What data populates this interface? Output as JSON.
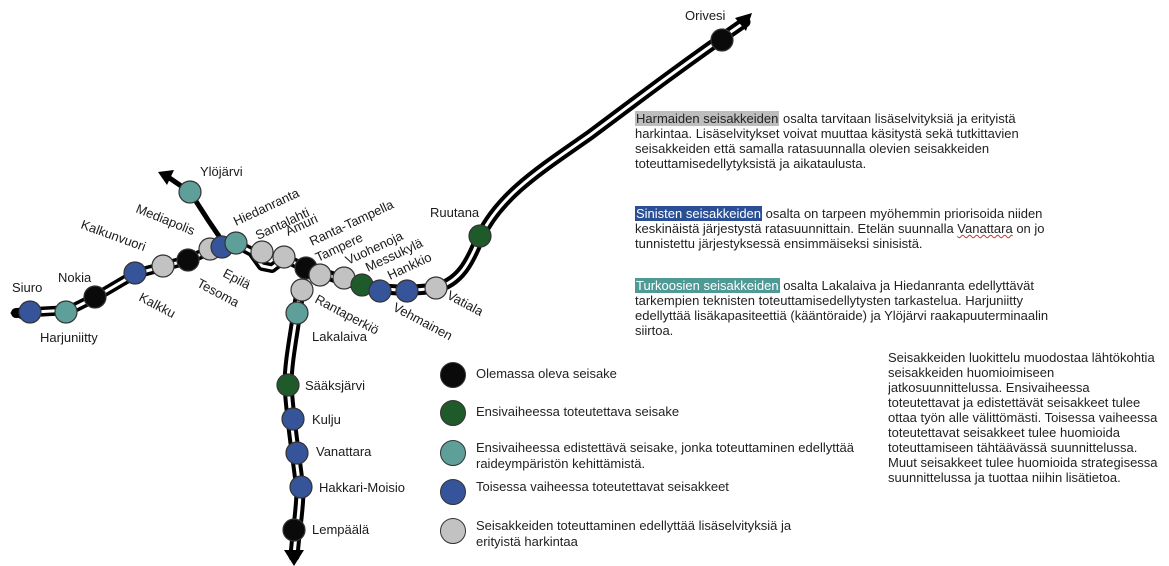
{
  "colors": {
    "existing": "#0a0a0a",
    "first_phase": "#1f5a2b",
    "first_phase_promoted": "#5f9f99",
    "second_phase": "#35549a",
    "further_study": "#c2c2c2",
    "track": "#000000"
  },
  "stations": [
    {
      "id": "siuro",
      "name": "Siuro",
      "cat": "second_phase"
    },
    {
      "id": "harjuniitty",
      "name": "Harjuniitty",
      "cat": "first_phase_promoted"
    },
    {
      "id": "nokia",
      "name": "Nokia",
      "cat": "existing"
    },
    {
      "id": "kalkku",
      "name": "Kalkku",
      "cat": "second_phase"
    },
    {
      "id": "kalkunvuori",
      "name": "Kalkunvuori",
      "cat": "further_study"
    },
    {
      "id": "tesoma",
      "name": "Tesoma",
      "cat": "existing"
    },
    {
      "id": "mediapolis",
      "name": "Mediapolis",
      "cat": "further_study"
    },
    {
      "id": "epila",
      "name": "Epilä",
      "cat": "second_phase"
    },
    {
      "id": "hiedanranta",
      "name": "Hiedanranta",
      "cat": "first_phase_promoted"
    },
    {
      "id": "ylojarvi",
      "name": "Ylöjärvi",
      "cat": "first_phase_promoted"
    },
    {
      "id": "santalahti",
      "name": "Santalahti",
      "cat": "further_study"
    },
    {
      "id": "amuri",
      "name": "Amuri",
      "cat": "further_study"
    },
    {
      "id": "tampere",
      "name": "Tampere",
      "cat": "existing"
    },
    {
      "id": "ranta_tampella",
      "name": "Ranta-Tampella",
      "cat": "further_study"
    },
    {
      "id": "rantaperkio",
      "name": "Rantaperkiö",
      "cat": "further_study"
    },
    {
      "id": "vuohenoja",
      "name": "Vuohenoja",
      "cat": "further_study"
    },
    {
      "id": "messukyla",
      "name": "Messukylä",
      "cat": "first_phase"
    },
    {
      "id": "hankkio",
      "name": "Hankkio",
      "cat": "second_phase"
    },
    {
      "id": "vehmainen",
      "name": "Vehmainen",
      "cat": "second_phase"
    },
    {
      "id": "vatiala",
      "name": "Vatiala",
      "cat": "further_study"
    },
    {
      "id": "ruutana",
      "name": "Ruutana",
      "cat": "first_phase"
    },
    {
      "id": "orivesi",
      "name": "Orivesi",
      "cat": "existing"
    },
    {
      "id": "lakalaiva",
      "name": "Lakalaiva",
      "cat": "first_phase_promoted"
    },
    {
      "id": "saaksjarvi",
      "name": "Sääksjärvi",
      "cat": "first_phase"
    },
    {
      "id": "kulju",
      "name": "Kulju",
      "cat": "second_phase"
    },
    {
      "id": "vanattara",
      "name": "Vanattara",
      "cat": "second_phase"
    },
    {
      "id": "hakkari_moisio",
      "name": "Hakkari-Moisio",
      "cat": "second_phase"
    },
    {
      "id": "lempaala",
      "name": "Lempäälä",
      "cat": "existing"
    }
  ],
  "legend": [
    {
      "cat": "existing",
      "text": "Olemassa oleva seisake"
    },
    {
      "cat": "first_phase",
      "text": "Ensivaiheessa toteutettava seisake"
    },
    {
      "cat": "first_phase_promoted",
      "text": "Ensivaiheessa edistettävä seisake, jonka toteuttaminen edellyttää raideympäristön kehittämistä."
    },
    {
      "cat": "second_phase",
      "text": "Toisessa vaiheessa toteutettavat seisakkeet"
    },
    {
      "cat": "further_study",
      "text": "Seisakkeiden toteuttaminen edellyttää lisäselvityksiä ja erityistä harkintaa"
    }
  ],
  "notes": {
    "grey_highlight": "Harmaiden seisakkeiden",
    "grey_rest": " osalta tarvitaan lisäselvityksiä ja erityistä harkintaa. Lisäselvitykset voivat muuttaa käsitystä sekä tutkittavien seisakkeiden että samalla ratasuunnalla olevien seisakkeiden toteuttamisedellytyksistä ja aikataulusta.",
    "blue_highlight": "Sinisten seisakkeiden",
    "blue_rest_1": " osalta on tarpeen myöhemmin priorisoida niiden keskinäistä järjestystä ratasuunnittain. Etelän suunnalla ",
    "blue_vanattara": "Vanattara",
    "blue_rest_2": " on jo tunnistettu järjestyksessä ensimmäiseksi sinisistä.",
    "teal_highlight": "Turkoosien seisakkeiden",
    "teal_rest": " osalta Lakalaiva ja Hiedanranta edellyttävät tarkempien teknisten toteuttamisedellytysten tarkastelua. Harjuniitty edellyttää lisäkapasiteettiä (kääntöraide) ja Ylöjärvi raakapuuterminaalin siirtoa.",
    "classification": "Seisakkeiden luokittelu muodostaa lähtökohtia seisakkeiden huomioimiseen jatkosuunnittelussa. Ensivaiheessa toteutettavat ja edistettävät seisakkeet tulee ottaa työn alle välittömästi. Toisessa vaiheessa toteutettavat seisakkeet tulee huomioida toteuttamiseen tähtäävässä suunnittelussa. Muut seisakkeet tulee huomioida strategisessa suunnittelussa ja tuottaa niihin lisätietoa."
  }
}
